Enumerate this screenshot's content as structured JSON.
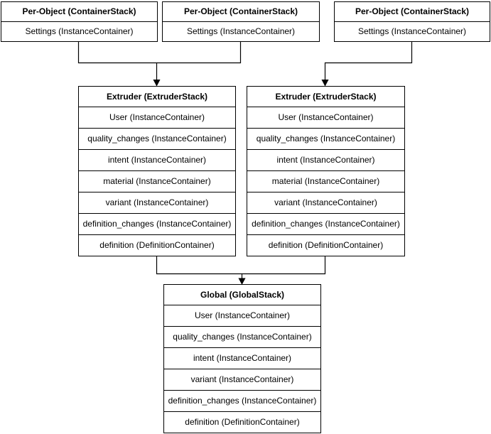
{
  "diagram": {
    "background": "#ffffff",
    "box_fill": "#ffffff",
    "stroke_color": "#000000",
    "text_color": "#000000",
    "stacks": {
      "per_object_1": {
        "title": "Per-Object (ContainerStack)",
        "rows": [
          "Settings (InstanceContainer)"
        ]
      },
      "per_object_2": {
        "title": "Per-Object (ContainerStack)",
        "rows": [
          "Settings (InstanceContainer)"
        ]
      },
      "per_object_3": {
        "title": "Per-Object (ContainerStack)",
        "rows": [
          "Settings (InstanceContainer)"
        ]
      },
      "extruder_left": {
        "title": "Extruder (ExtruderStack)",
        "rows": [
          "User (InstanceContainer)",
          "quality_changes (InstanceContainer)",
          "intent (InstanceContainer)",
          "material (InstanceContainer)",
          "variant (InstanceContainer)",
          "definition_changes (InstanceContainer)",
          "definition (DefinitionContainer)"
        ]
      },
      "extruder_right": {
        "title": "Extruder (ExtruderStack)",
        "rows": [
          "User (InstanceContainer)",
          "quality_changes (InstanceContainer)",
          "intent (InstanceContainer)",
          "material (InstanceContainer)",
          "variant (InstanceContainer)",
          "definition_changes (InstanceContainer)",
          "definition (DefinitionContainer)"
        ]
      },
      "global": {
        "title": "Global (GlobalStack)",
        "rows": [
          "User (InstanceContainer)",
          "quality_changes (InstanceContainer)",
          "intent (InstanceContainer)",
          "variant (InstanceContainer)",
          "definition_changes (InstanceContainer)",
          "definition (DefinitionContainer)"
        ]
      }
    },
    "edges": [
      {
        "from": "per_object_1",
        "to": "extruder_left"
      },
      {
        "from": "per_object_2",
        "to": "extruder_left"
      },
      {
        "from": "per_object_3",
        "to": "extruder_right"
      },
      {
        "from": "extruder_left",
        "to": "global"
      },
      {
        "from": "extruder_right",
        "to": "global"
      }
    ]
  }
}
